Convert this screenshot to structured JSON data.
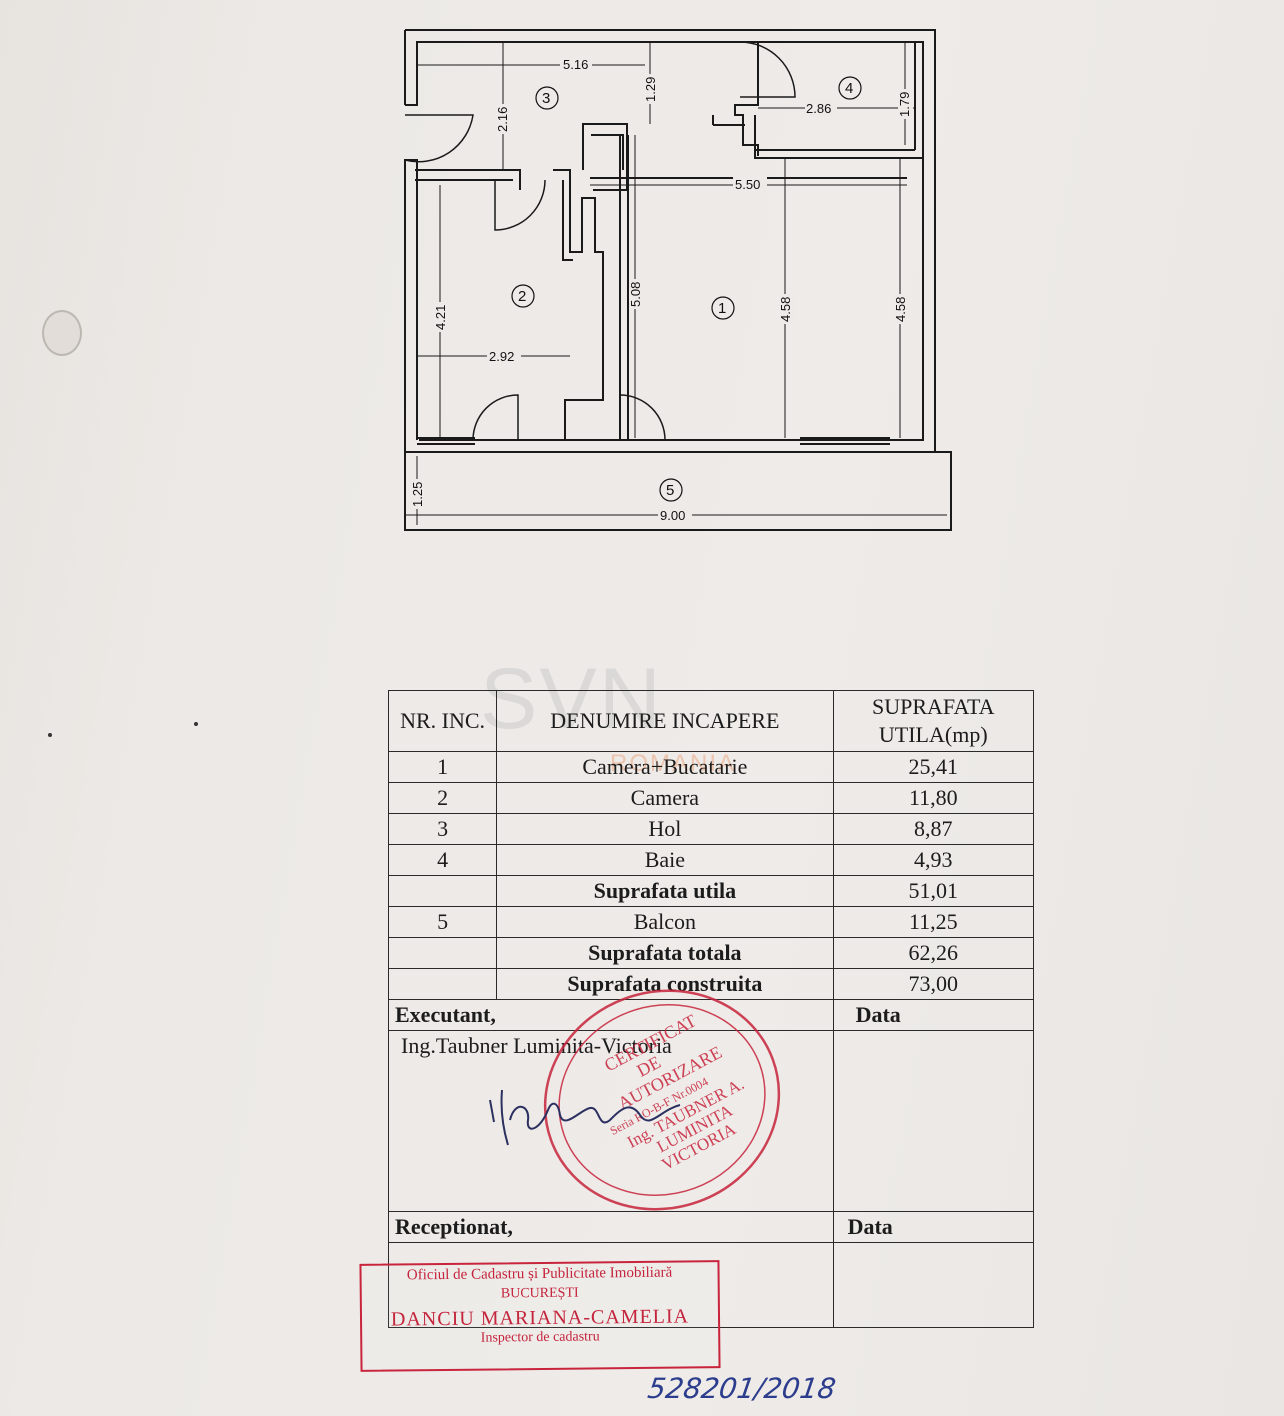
{
  "plan": {
    "dimensions": [
      "5.16",
      "1.29",
      "2.16",
      "2.86",
      "1.79",
      "5.50",
      "5.08",
      "4.21",
      "4.58",
      "4.58",
      "2.92",
      "1.25",
      "9.00"
    ],
    "rooms": [
      "1",
      "2",
      "3",
      "4",
      "5"
    ]
  },
  "table": {
    "header": {
      "nr": "NR. INC.",
      "denumire": "DENUMIRE INCAPERE",
      "suprafata": "SUPRAFATA UTILA(mp)"
    },
    "rows": [
      {
        "nr": "1",
        "name": "Camera+Bucatarie",
        "area": "25,41"
      },
      {
        "nr": "2",
        "name": "Camera",
        "area": "11,80"
      },
      {
        "nr": "3",
        "name": "Hol",
        "area": "8,87"
      },
      {
        "nr": "4",
        "name": "Baie",
        "area": "4,93"
      }
    ],
    "suprafata_utila": {
      "label": "Suprafata utila",
      "area": "51,01"
    },
    "balcon": {
      "nr": "5",
      "name": "Balcon",
      "area": "11,25"
    },
    "suprafata_totala": {
      "label": "Suprafata totala",
      "area": "62,26"
    },
    "suprafata_construita": {
      "label": "Suprafata construita",
      "area": "73,00"
    },
    "executant_label": "Executant,",
    "data_label": "Data",
    "executant_name": "Ing.Taubner Luminita-Victoria",
    "receptionat_label": "Receptionat,",
    "data_label2": "Data"
  },
  "stamp_round": {
    "lines": [
      "CERTIFICAT",
      "DE",
      "AUTORIZARE",
      "Seria RO-B-F Nr.0004",
      "Ing. TAUBNER A.",
      "LUMINITA",
      "VICTORIA"
    ]
  },
  "stamp_rect": {
    "line1": "Oficiul de Cadastru și Publicitate Imobiliară",
    "line2": "BUCUREȘTI",
    "line3": "DANCIU MARIANA-CAMELIA",
    "line4": "Inspector de cadastru"
  },
  "handwritten_number": "528201/2018",
  "watermark": {
    "logo": "SVN",
    "sub": "ROMANIA"
  },
  "colors": {
    "stamp_red": "#c8243c",
    "ink_blue": "#2b3d8c"
  }
}
